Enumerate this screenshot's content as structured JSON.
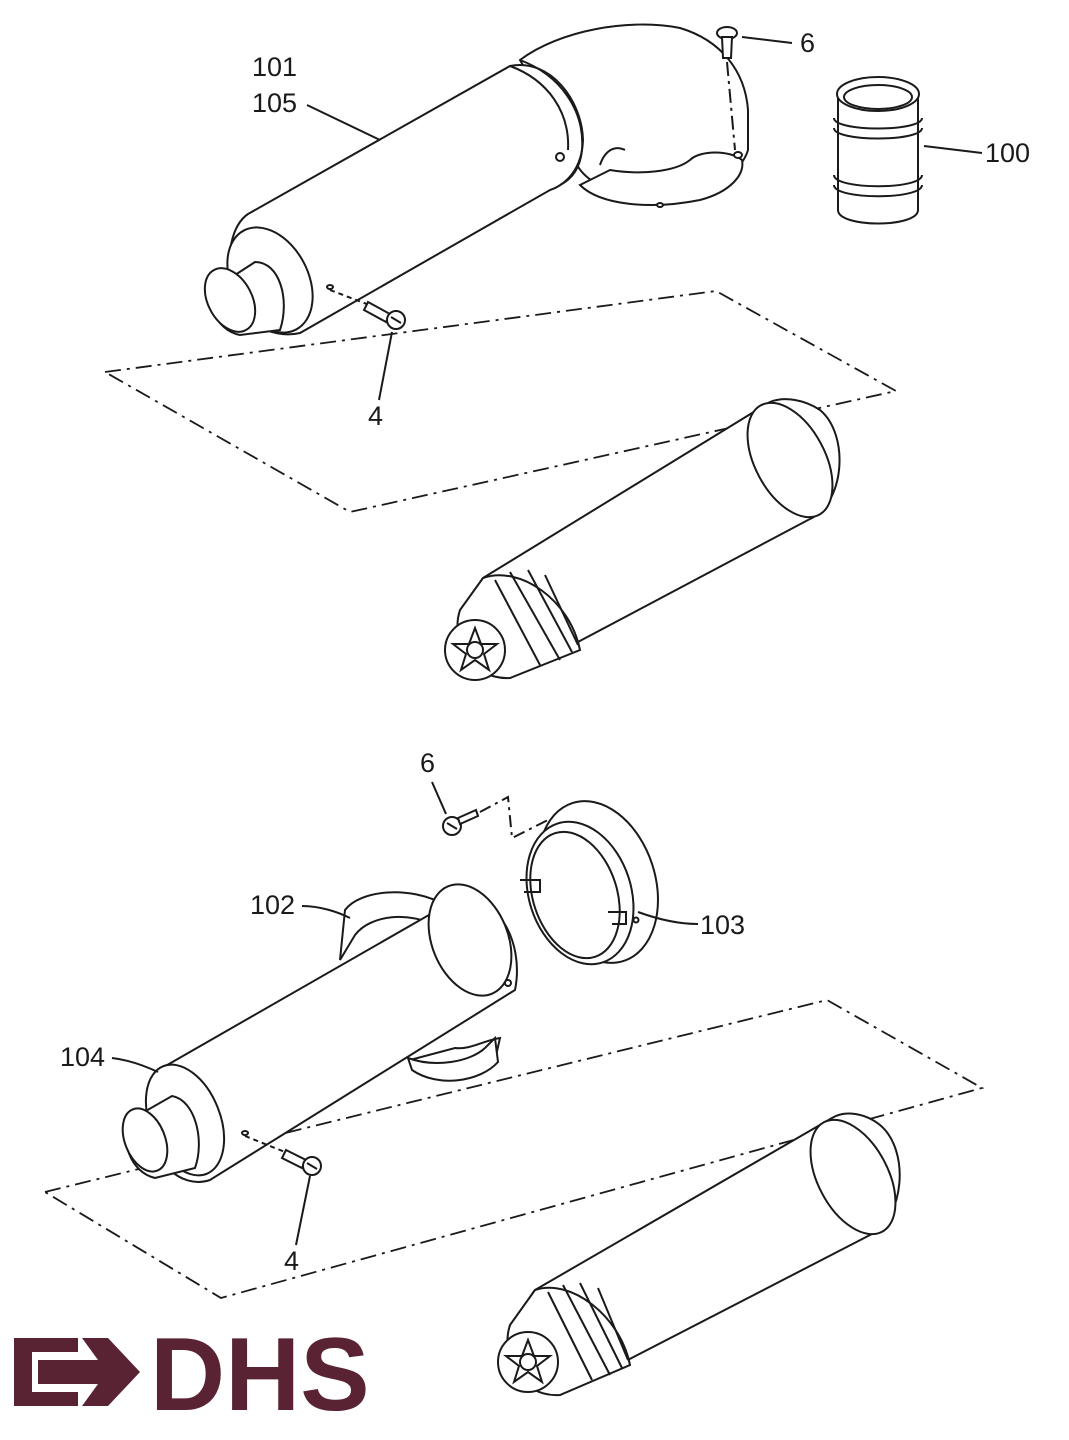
{
  "labels": {
    "part_101": "101",
    "part_105": "105",
    "part_6_top": "6",
    "part_100": "100",
    "part_4_top": "4",
    "part_6_bottom": "6",
    "part_102": "102",
    "part_103": "103",
    "part_104": "104",
    "part_4_bottom": "4"
  },
  "logo": {
    "text": "DHS",
    "color": "#5a2333"
  },
  "colors": {
    "line": "#1a1a1a",
    "background": "#ffffff"
  }
}
